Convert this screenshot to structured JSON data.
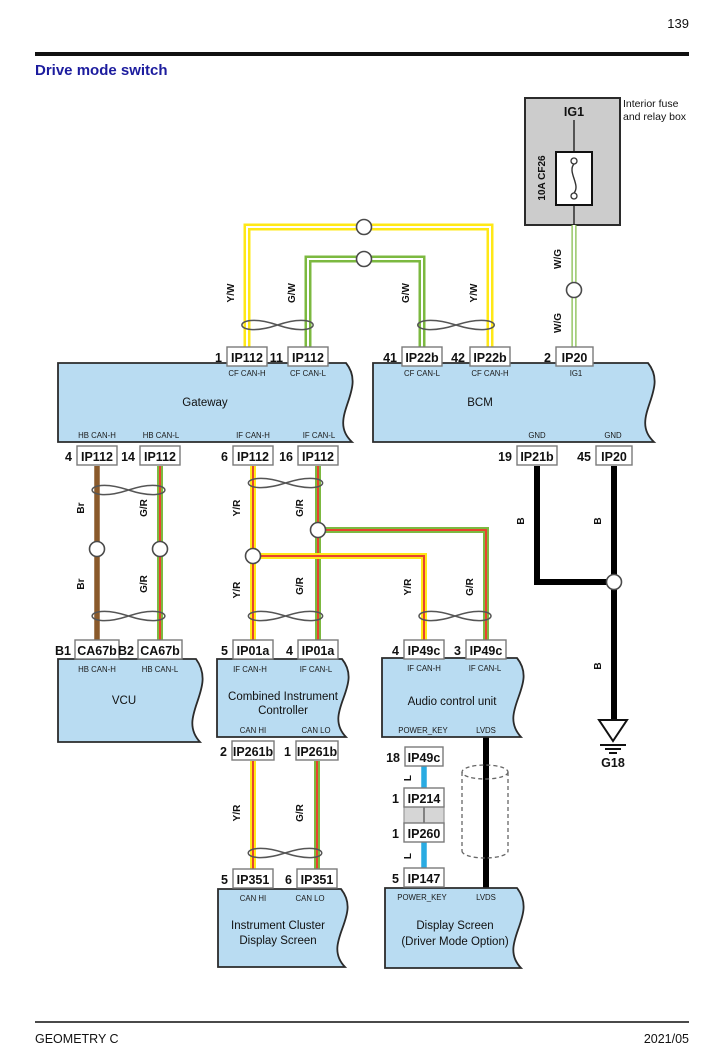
{
  "header": {
    "page_number": "139",
    "title": "Drive mode switch"
  },
  "footer": {
    "left": "GEOMETRY C",
    "right": "2021/05"
  },
  "fusebox": {
    "note_line1": "Interior fuse",
    "note_line2": "and relay box",
    "ig1": "IG1",
    "fuse_label": "10A  CF26"
  },
  "labels": {
    "yw": "Y/W",
    "gw": "G/W",
    "wg": "W/G",
    "br": "Br",
    "gr": "G/R",
    "yr": "Y/R",
    "b": "B",
    "l": "L",
    "g18": "G18"
  },
  "blocks": {
    "gateway": {
      "name": "Gateway",
      "cf_can_h": "CF CAN-H",
      "cf_can_l": "CF CAN-L",
      "hb_can_h": "HB CAN-H",
      "hb_can_l": "HB CAN-L",
      "if_can_h": "IF CAN-H",
      "if_can_l": "IF CAN-L"
    },
    "bcm": {
      "name": "BCM",
      "cf_can_l": "CF CAN-L",
      "cf_can_h": "CF CAN-H",
      "ig1": "IG1",
      "gnd": "GND"
    },
    "vcu": {
      "name": "VCU",
      "hb_can_h": "HB CAN-H",
      "hb_can_l": "HB CAN-L"
    },
    "cic": {
      "name_line1": "Combined Instrument",
      "name_line2": "Controller",
      "if_can_h": "IF CAN-H",
      "if_can_l": "IF CAN-L",
      "can_hi": "CAN HI",
      "can_lo": "CAN LO"
    },
    "audio": {
      "name": "Audio control unit",
      "if_can_h": "IF CAN-H",
      "if_can_l": "IF CAN-L",
      "power_key": "POWER_KEY",
      "lvds": "LVDS"
    },
    "icds": {
      "name_line1": "Instrument Cluster",
      "name_line2": "Display Screen",
      "can_hi": "CAN HI",
      "can_lo": "CAN LO"
    },
    "display": {
      "name_line1": "Display Screen",
      "name_line2": "(Driver Mode Option)",
      "power_key": "POWER_KEY",
      "lvds": "LVDS"
    }
  },
  "pins": {
    "g1": {
      "num": "1",
      "conn": "IP112"
    },
    "g11": {
      "num": "11",
      "conn": "IP112"
    },
    "b41": {
      "num": "41",
      "conn": "IP22b"
    },
    "b42": {
      "num": "42",
      "conn": "IP22b"
    },
    "b2": {
      "num": "2",
      "conn": "IP20"
    },
    "g4": {
      "num": "4",
      "conn": "IP112"
    },
    "g14": {
      "num": "14",
      "conn": "IP112"
    },
    "g6": {
      "num": "6",
      "conn": "IP112"
    },
    "g16": {
      "num": "16",
      "conn": "IP112"
    },
    "b19": {
      "num": "19",
      "conn": "IP21b"
    },
    "b45": {
      "num": "45",
      "conn": "IP20"
    },
    "v1": {
      "num": "B1",
      "conn": "CA67b"
    },
    "v2": {
      "num": "B2",
      "conn": "CA67b"
    },
    "c5": {
      "num": "5",
      "conn": "IP01a"
    },
    "c4": {
      "num": "4",
      "conn": "IP01a"
    },
    "a4": {
      "num": "4",
      "conn": "IP49c"
    },
    "a3": {
      "num": "3",
      "conn": "IP49c"
    },
    "c2": {
      "num": "2",
      "conn": "IP261b"
    },
    "c1": {
      "num": "1",
      "conn": "IP261b"
    },
    "a18": {
      "num": "18",
      "conn": "IP49c"
    },
    "i214": {
      "num": "1",
      "conn": "IP214"
    },
    "i260": {
      "num": "1",
      "conn": "IP260"
    },
    "d5": {
      "num": "5",
      "conn": "IP147"
    },
    "s5": {
      "num": "5",
      "conn": "IP351"
    },
    "s6": {
      "num": "6",
      "conn": "IP351"
    }
  },
  "colors": {
    "block_fill": "#b9dcf2",
    "fuse_box_fill": "#cccccc",
    "title_blue": "#1c1c9e",
    "wire_yellow": "#ffe817",
    "wire_green": "#7cb940",
    "wire_red_stripe": "#e8432e",
    "wire_brown": "#8a5a2b",
    "wire_black": "#000000",
    "wire_blue": "#29abe2",
    "wire_white": "#ffffff"
  }
}
